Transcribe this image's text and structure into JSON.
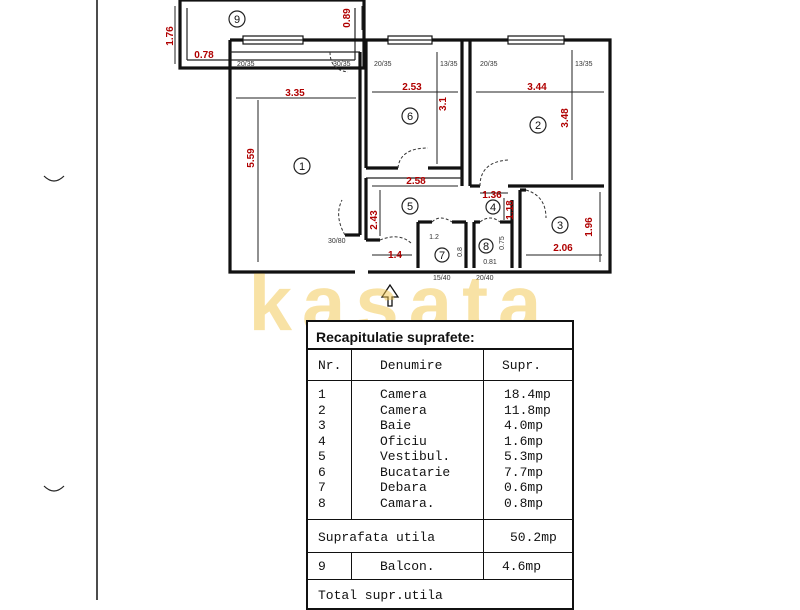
{
  "watermark": "kasata",
  "plan": {
    "rooms": [
      {
        "id": "1",
        "label": "1"
      },
      {
        "id": "2",
        "label": "2"
      },
      {
        "id": "3",
        "label": "3"
      },
      {
        "id": "4",
        "label": "4"
      },
      {
        "id": "5",
        "label": "5"
      },
      {
        "id": "6",
        "label": "6"
      },
      {
        "id": "7",
        "label": "7"
      },
      {
        "id": "8",
        "label": "8"
      },
      {
        "id": "9",
        "label": "9"
      }
    ],
    "dimensions": {
      "balcony_h": "1.76",
      "balcony_w": "0.78",
      "balcony_d": "0.89",
      "r1_w": "3.35",
      "r1_h": "5.59",
      "r6_w": "2.53",
      "r6_h": "3.1",
      "r2_w": "3.44",
      "r2_h": "3.48",
      "r5_w": "2.58",
      "r5_h": "2.43",
      "r4_w": "1.36",
      "r4_h": "1.18",
      "r3_w": "2.06",
      "r3_h": "1.96",
      "hall_w": "1.4",
      "r7_w": "1.2",
      "r7_h": "0.8",
      "r8_w": "0.81",
      "r8_h": "0.75"
    },
    "openings": [
      "20/35",
      "30/35",
      "20/35",
      "13/35",
      "20/35",
      "13/35",
      "30/80",
      "15/40",
      "20/40"
    ]
  },
  "summary": {
    "title": "Recapitulatie  suprafete:",
    "headers": {
      "nr": "Nr.",
      "name": "Denumire",
      "area": "Supr."
    },
    "rows": [
      {
        "nr": "1",
        "name": "Camera",
        "area": "18.4mp"
      },
      {
        "nr": "2",
        "name": "Camera",
        "area": "11.8mp"
      },
      {
        "nr": "3",
        "name": "Baie",
        "area": "4.0mp"
      },
      {
        "nr": "4",
        "name": "Oficiu",
        "area": "1.6mp"
      },
      {
        "nr": "5",
        "name": "Vestibul.",
        "area": "5.3mp"
      },
      {
        "nr": "6",
        "name": "Bucatarie",
        "area": "7.7mp"
      },
      {
        "nr": "7",
        "name": "Debara",
        "area": "0.6mp"
      },
      {
        "nr": "8",
        "name": "Camara.",
        "area": "0.8mp"
      }
    ],
    "util_label": "Suprafata  utila",
    "util_value": "50.2mp",
    "balcony": {
      "nr": "9",
      "name": "Balcon.",
      "area": "4.6mp"
    },
    "total_label": "Total  supr.utila"
  }
}
